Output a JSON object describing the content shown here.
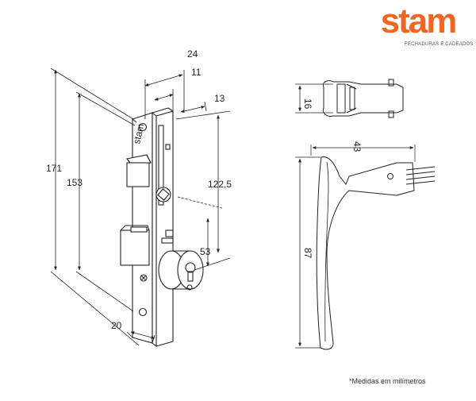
{
  "brand": {
    "name": "stam",
    "tagline": "FECHADURAS E CADEADOS",
    "color": "#f26522"
  },
  "footnote": "*Medidas em milímetros",
  "dimensions": {
    "lock": {
      "overall_height": "171",
      "front_height": "153",
      "case_depth": "24",
      "backset": "11",
      "front_width": "13",
      "handle_to_cylinder": "122,5",
      "cylinder_distance": "53",
      "bottom_width": "20"
    },
    "handle_top": {
      "thickness": "16"
    },
    "handle_side": {
      "width": "43",
      "length": "87"
    }
  },
  "colors": {
    "line": "#222222",
    "hatch": "#888888"
  }
}
